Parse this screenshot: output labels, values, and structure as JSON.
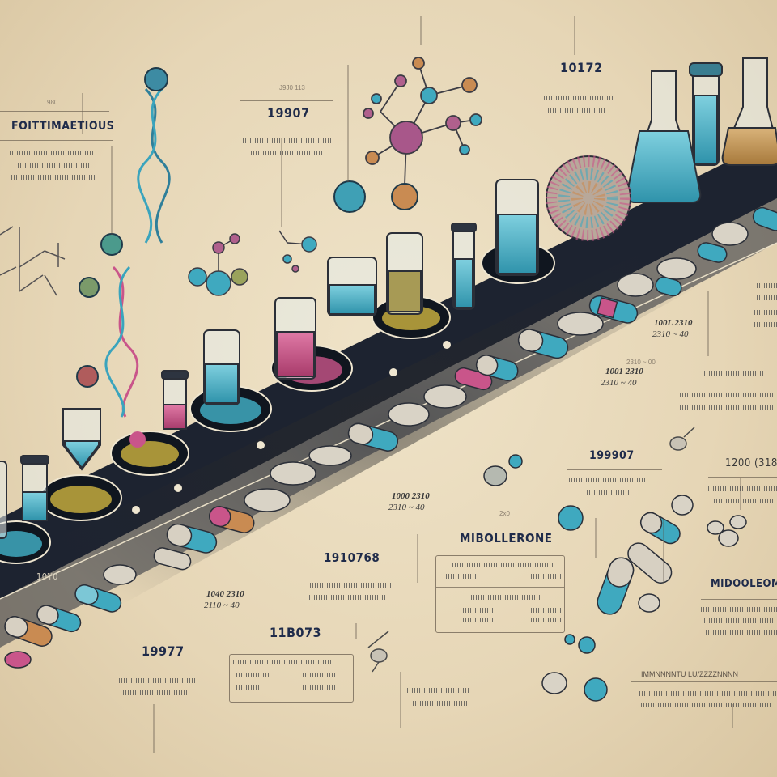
{
  "illustration": {
    "title": "Pharmaceutical development timeline illustration",
    "palette": {
      "paper": "#e8dabd",
      "band": "#1d2330",
      "teal": "#3fa9bf",
      "pink": "#c9558a",
      "amber": "#c79a4e",
      "ink": "#1f2b4a"
    }
  },
  "labels": {
    "header_left": "FOITTIMAETIOUS",
    "header_left_caption": "980",
    "year_1": "19907",
    "year_1_caption": "J9J0 113",
    "year_2": "10172",
    "year_3": "1910768",
    "year_4": "11B073",
    "year_5": "19977",
    "year_6": "199907",
    "year_7": "1200 (318",
    "drug_name_1": "MIBOLLERONE",
    "drug_name_2": "MIDOOLEOME",
    "band_label": "10Y0",
    "note_1_line1": "100L 2310",
    "note_1_line2": "2310 ~ 40",
    "note_2_line1": "1001 2310",
    "note_2_line2": "2310 ~ 40",
    "note_3_line1": "1000 2310",
    "note_3_line2": "2310 ~ 40",
    "note_4_line1": "1040 2310",
    "note_4_line2": "2110 ~ 40",
    "note_small_1": "2310 ~ 00",
    "note_small_2": "2x0",
    "footer_strip": "IMMNNNNTU LU/ZZZZNNNN"
  },
  "icons": [
    "dna-helix-icon",
    "molecule-network-icon",
    "test-tube-icon",
    "beaker-icon",
    "erlenmeyer-flask-icon",
    "petri-dish-icon",
    "capsule-icon",
    "tablet-icon",
    "sphere-icon"
  ]
}
